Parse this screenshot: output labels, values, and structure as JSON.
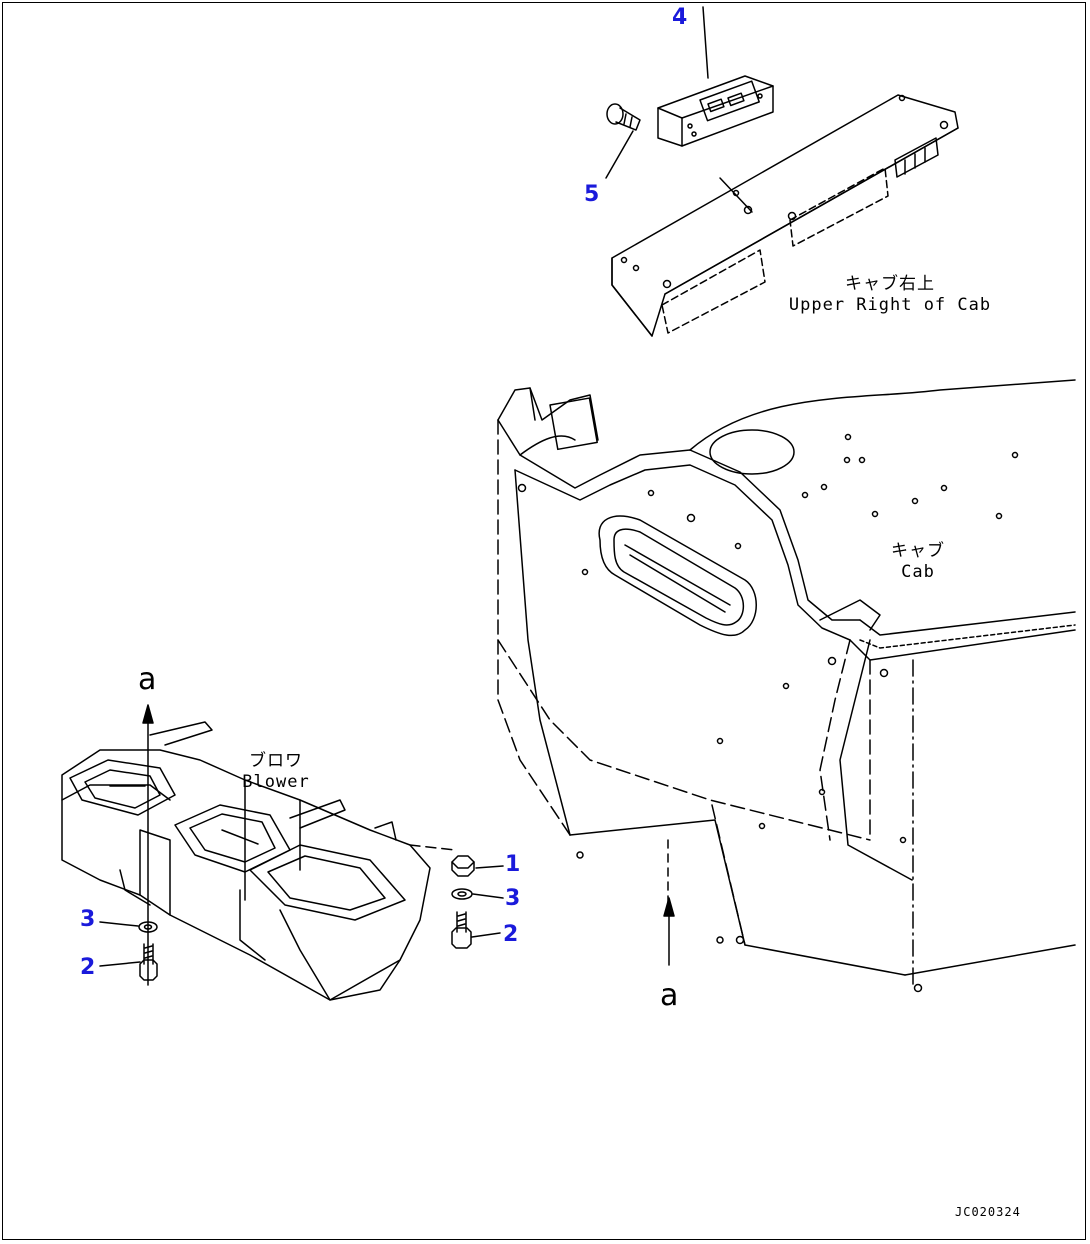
{
  "labels": {
    "cab_upper_ja": "キャブ右上",
    "cab_upper_en": "Upper Right of Cab",
    "cab_ja": "キャブ",
    "cab_en": "Cab",
    "blower_ja": "ブロワ",
    "blower_en": "Blower"
  },
  "callouts": {
    "part4": "4",
    "part5": "5",
    "part1": "1",
    "part3_right": "3",
    "part2_right": "2",
    "part3_left": "3",
    "part2_left": "2"
  },
  "view_markers": {
    "left": "a",
    "right": "a"
  },
  "drawing_code": "JC020324",
  "colors": {
    "callout": "#1a1adb",
    "line": "#000000",
    "background": "#ffffff"
  }
}
